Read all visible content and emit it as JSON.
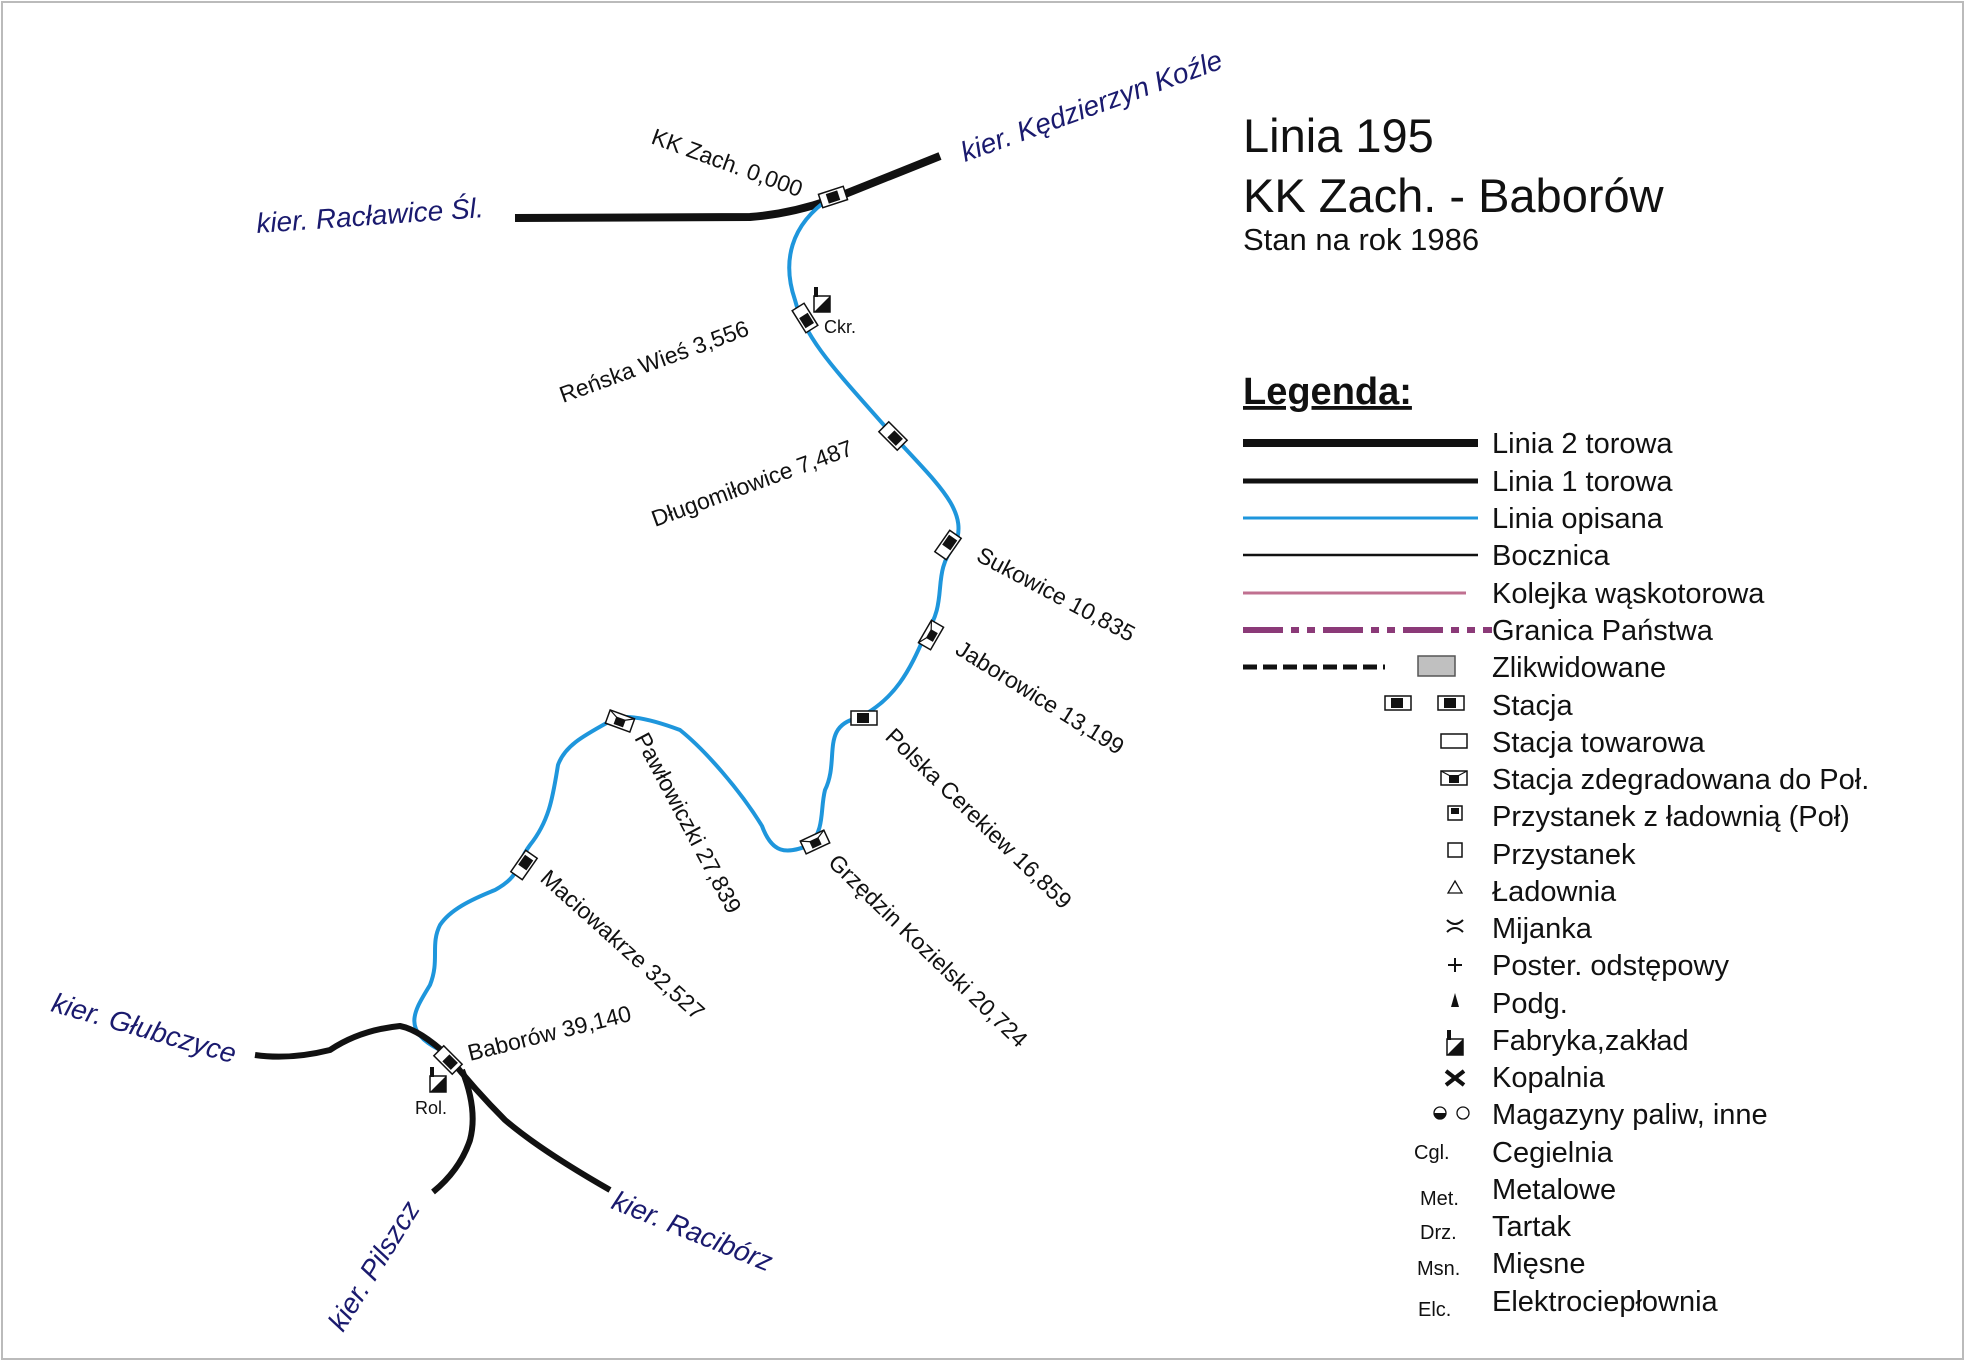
{
  "title": {
    "line1": "Linia 195",
    "line2": "KK Zach. - Baborów",
    "line3": "Stan na rok 1986"
  },
  "directions": {
    "kedzierzyn": "kier. Kędzierzyn Koźle",
    "raclawice": "kier. Racławice Śl.",
    "glubczyce": "kier. Głubczyce",
    "pilszcz": "kier. Pilszcz",
    "raciborz": "kier. Racibórz"
  },
  "stations": {
    "kk_zach": "KK Zach. 0,000",
    "renska_wies": "Reńska Wieś 3,556",
    "dlugomilowice": "Długomiłowice 7,487",
    "sukowice": "Sukowice 10,835",
    "jaborowice": "Jaborowice 13,199",
    "polska_cerekiew": "Polska Cerekiew 16,859",
    "grzedzin": "Grzędzin Kozielski 20,724",
    "pawlowiczki": "Pawłowiczki 27,839",
    "maciowakrze": "Maciowakrze 32,527",
    "baborow": "Baborów 39,140"
  },
  "facilities": {
    "ckr": "Ckr.",
    "rol": "Rol."
  },
  "legend": {
    "heading": "Legenda:",
    "items": {
      "linia2": "Linia 2 torowa",
      "linia1": "Linia 1 torowa",
      "opisana": "Linia opisana",
      "bocznica": "Bocznica",
      "waskotorowa": "Kolejka wąskotorowa",
      "granica": "Granica Państwa",
      "zlikwidowane": "Zlikwidowane",
      "stacja": "Stacja",
      "towarowa": "Stacja towarowa",
      "zdegradowana": "Stacja zdegradowana do Poł.",
      "przystanek_ladownia": "Przystanek z ładownią (Poł)",
      "przystanek": "Przystanek",
      "ladownia": "Ładownia",
      "mijanka": "Mijanka",
      "posterunek": "Poster. odstępowy",
      "podg": "Podg.",
      "fabryka": "Fabryka,zakład",
      "kopalnia": "Kopalnia",
      "magazyny": "Magazyny paliw, inne",
      "cegielnia": "Cegielnia",
      "metalowe": "Metalowe",
      "tartak": "Tartak",
      "miesne": "Mięsne",
      "elektrocieplownia": "Elektrociepłownia"
    },
    "abbr": {
      "cgl": "Cgl.",
      "met": "Met.",
      "drz": "Drz.",
      "msn": "Msn.",
      "elc": "Elc."
    }
  },
  "colors": {
    "described_line": "#1e96dc",
    "track": "#111111",
    "direction_text": "#1a1a6e",
    "narrow_gauge": "#c07090",
    "border": "#8b3a78",
    "liquidated_fill": "#c0c0c0"
  }
}
